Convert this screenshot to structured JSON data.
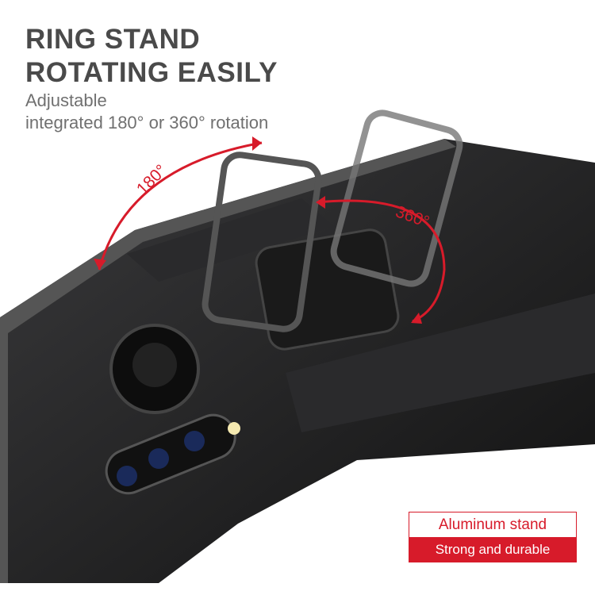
{
  "headline": {
    "line1": "RING STAND",
    "line2": "ROTATING EASILY"
  },
  "subtitle": {
    "line1": "Adjustable",
    "line2": "integrated 180° or 360° rotation"
  },
  "rotation_labels": {
    "left": "180°",
    "right": "360°"
  },
  "badge": {
    "top": "Aluminum stand",
    "bottom": "Strong and durable"
  },
  "colors": {
    "accent": "#d71b2a",
    "headline": "#4a4a4a",
    "case": "#1c1c1e"
  }
}
